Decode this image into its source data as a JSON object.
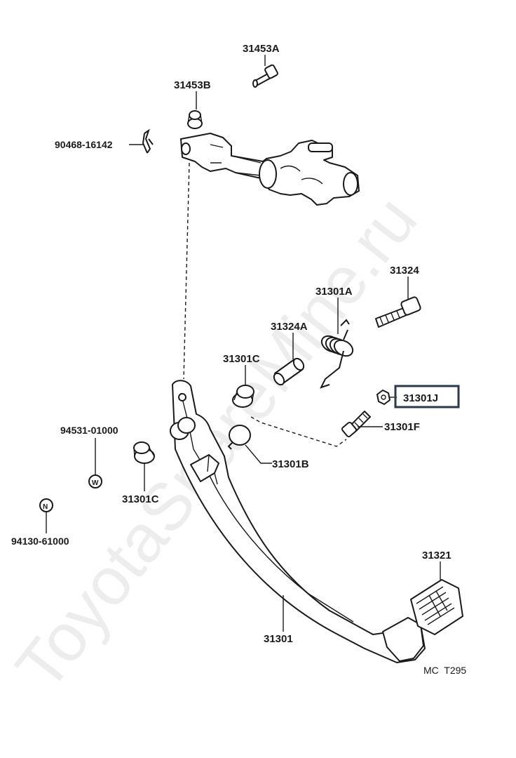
{
  "watermark": "ToyotaSpareMine.ru",
  "diagram_code": "MC  T295",
  "highlight_color": "#2b3a4a",
  "parts": {
    "p_31453A": "31453A",
    "p_31453B": "31453B",
    "p_90468": "90468-16142",
    "p_31324": "31324",
    "p_31301A": "31301A",
    "p_31324A": "31324A",
    "p_31301C_top": "31301C",
    "p_31301J": "31301J",
    "p_31301F": "31301F",
    "p_31301B": "31301B",
    "p_94531": "94531-01000",
    "p_31301C_left": "31301C",
    "p_94130": "94130-61000",
    "p_31321": "31321",
    "p_31301": "31301",
    "w_symbol": "W",
    "n_symbol": "N"
  }
}
